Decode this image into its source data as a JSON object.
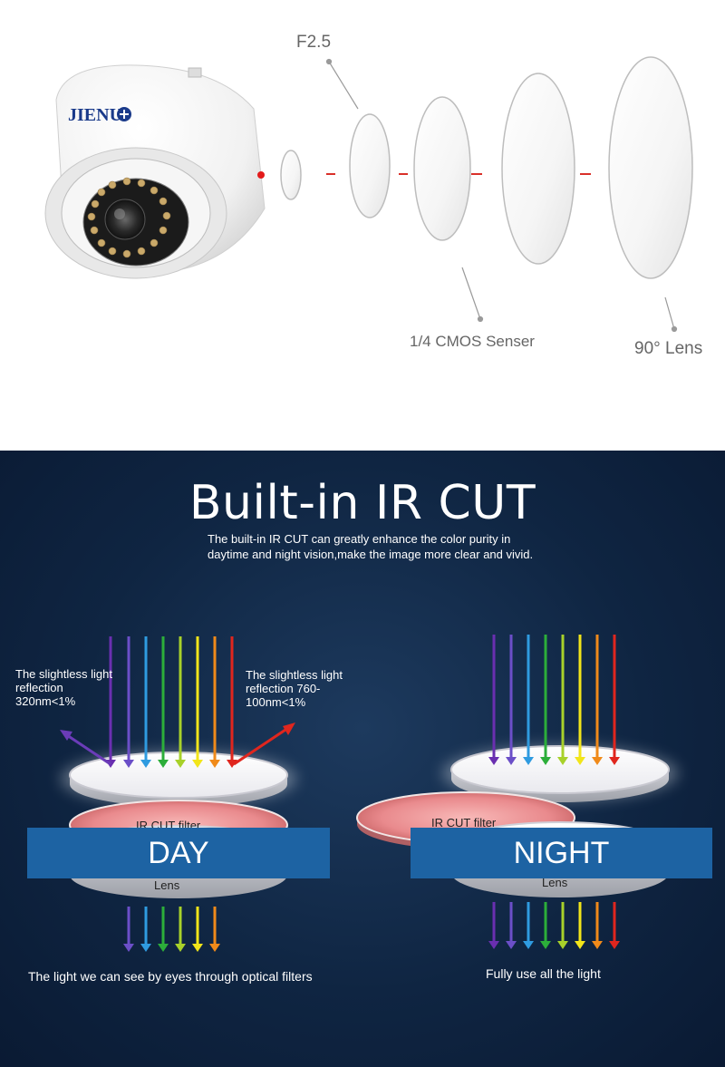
{
  "top": {
    "brand": "JIENU",
    "labels": {
      "aperture": "F2.5",
      "sensor": "1/4 CMOS Senser",
      "lens": "90° Lens"
    }
  },
  "ircut": {
    "title": "Built-in IR CUT",
    "description": "The built-in IR CUT can greatly enhance the color purity in daytime and night vision,make the image more clear and vivid.",
    "day": {
      "note_left": "The slightless light reflection 320nm<1%",
      "note_right": "The slightless light reflection 760-100nm<1%",
      "filter_label": "IR CUT filter",
      "lens_label": "Lens",
      "caption": "The light we can see by eyes through optical filters",
      "button": "DAY"
    },
    "night": {
      "filter_label": "IR CUT filter",
      "lens_label": "Lens",
      "caption": "Fully use all the light",
      "button": "NIGHT"
    },
    "colors": {
      "spectrum": [
        "#6a2fb0",
        "#6b4fc8",
        "#2f9be0",
        "#2cae3a",
        "#a8d12a",
        "#f2e51a",
        "#f08a1a",
        "#e0261e"
      ],
      "button_bg": "#1d63a3",
      "filter": "#e98a8d"
    }
  }
}
